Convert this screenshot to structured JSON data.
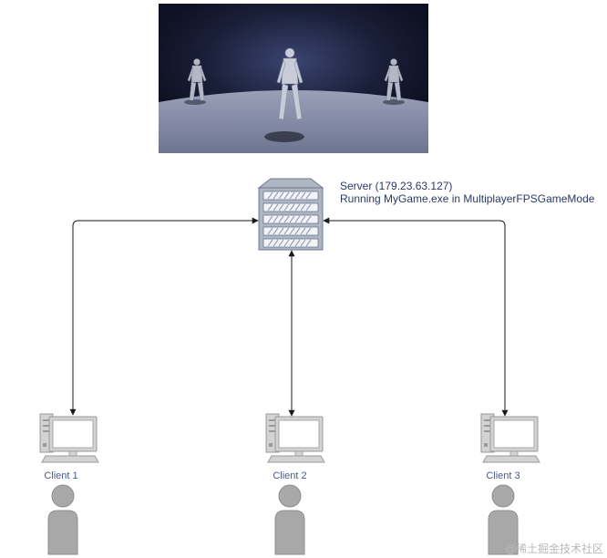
{
  "server": {
    "title": "Server (179.23.63.127)",
    "subtitle": "Running MyGame.exe in MultiplayerFPSGameMode"
  },
  "clients": [
    {
      "label": "Client 1"
    },
    {
      "label": "Client 2"
    },
    {
      "label": "Client 3"
    }
  ],
  "watermark": "@稀土掘金技术社区",
  "colors": {
    "server_fill": "#aeb6c4",
    "computer_fill": "#d3d3d3",
    "person_fill": "#a8a8a8",
    "arrow": "#1a1a1a",
    "label": "#2a3a66"
  },
  "icons": [
    "game-screenshot-image",
    "server-rack-icon",
    "desktop-computer-icon",
    "person-icon"
  ]
}
